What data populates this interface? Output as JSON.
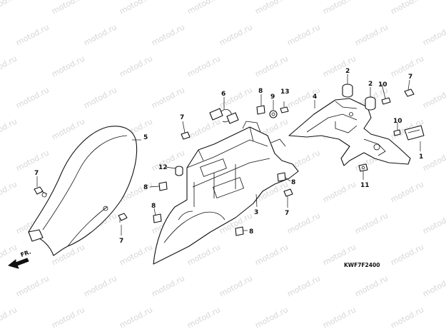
{
  "diagram_code": "KWF7F2400",
  "watermark": "motod.ru",
  "direction_label": "FR.",
  "part_numbers": [
    "1",
    "2",
    "3",
    "4",
    "5",
    "6",
    "7",
    "8",
    "9",
    "10",
    "11",
    "12",
    "13"
  ]
}
